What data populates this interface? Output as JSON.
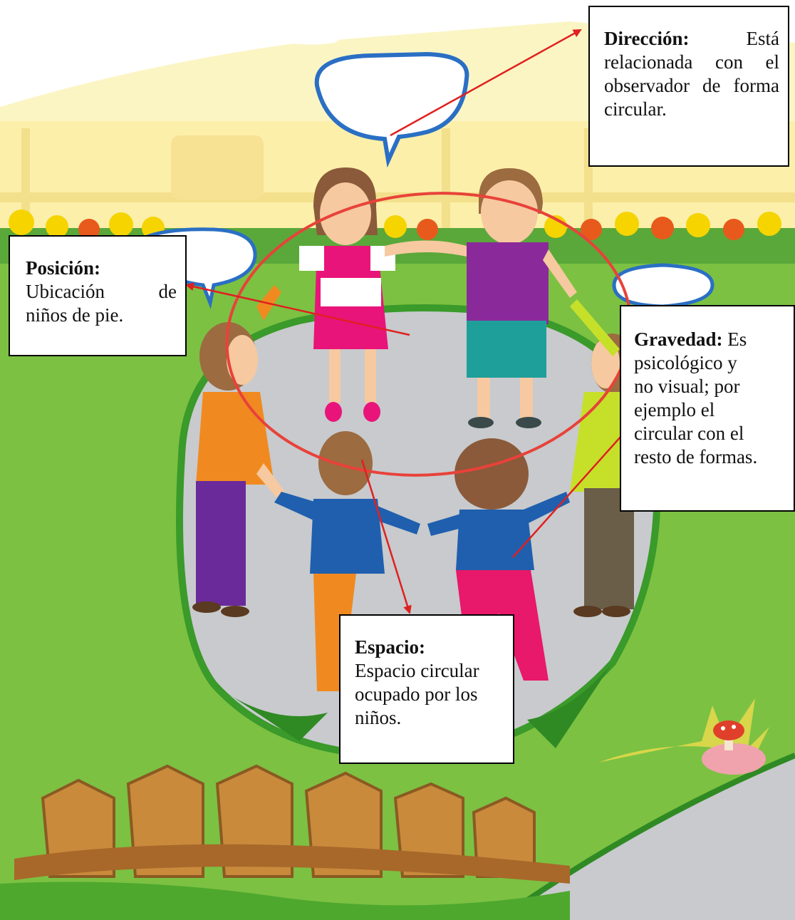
{
  "annotations": {
    "direccion": {
      "title": "Dirección:",
      "body": "Está relacionada con el observador de forma circular."
    },
    "posicion": {
      "title": "Posición:",
      "line1": "Ubicación de",
      "line2": "niños de pie."
    },
    "gravedad": {
      "title": "Gravedad:",
      "line1": " Es",
      "line2": "psicológico y",
      "line3": "no visual; por",
      "line4": "ejemplo el",
      "line5": "circular con el",
      "line6": "resto de formas."
    },
    "espacio": {
      "title": "Espacio:",
      "body": "Espacio circular ocupado por los niños."
    }
  },
  "colors": {
    "sky": "#fbf5c4",
    "grass": "#7cc142",
    "path": "#c8cacd",
    "arrow": "#e02020",
    "ellipse": "#e8423a"
  }
}
